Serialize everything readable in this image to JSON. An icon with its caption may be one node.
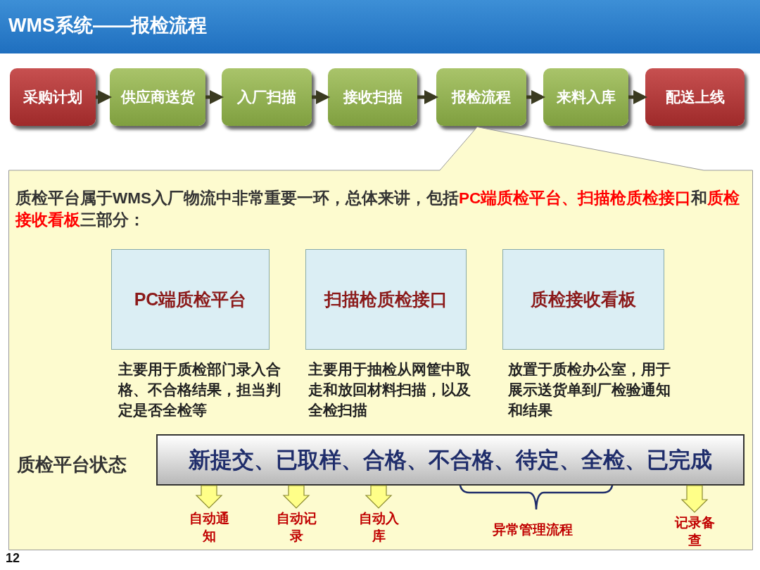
{
  "diagram": {
    "title": "WMS系统——报检流程",
    "nodes": [
      {
        "text": [
          "采购计划"
        ]
      },
      {
        "text": [
          "供应商送货"
        ]
      },
      {
        "text": [
          "入厂扫描"
        ]
      },
      {
        "text": [
          "接收扫描"
        ]
      },
      {
        "text": [
          "报检流程"
        ]
      },
      {
        "text": [
          "来料入库"
        ]
      },
      {
        "text": [
          "配送上线"
        ]
      },
      {
        "text": [
          "质检平台属于WMS入厂物流中非常重要一环，总体来讲，包括**PC端质检平台、扫描枪质检接口**和**质检接收看板**三部分："
        ]
      },
      {
        "text": [
          "PC端质检平台"
        ],
        "in": 7,
        "beside": [
          "主要用于质检部门录入合格、不合格结果，担当判定是否全检等"
        ]
      },
      {
        "text": [
          "扫描枪质检接口"
        ],
        "in": 7,
        "beside": [
          "主要用于抽检从网筐中取走和放回材料扫描，以及全检扫描"
        ]
      },
      {
        "text": [
          "质检接收看板"
        ],
        "in": 7,
        "beside": [
          "放置于质检办公室，用于展示送货单到厂检验通知和结果"
        ]
      },
      {
        "text": [
          "新提交、已取样、合格、不合格、待定、全检、已完成"
        ],
        "in": 7,
        "beside": [
          "质检平台状态"
        ]
      },
      {
        "text": [
          "自动通知"
        ],
        "in": 7
      },
      {
        "text": [
          "自动记录"
        ],
        "in": 7
      },
      {
        "text": [
          "自动入库"
        ],
        "in": 7
      },
      {
        "text": [
          "异常管理流程"
        ],
        "in": 7
      },
      {
        "text": [
          "记录备查"
        ],
        "in": 7
      }
    ],
    "edges": [
      {
        "from": 0,
        "to": 1,
        "arrow": "to"
      },
      {
        "from": 1,
        "to": 2,
        "arrow": "to"
      },
      {
        "from": 2,
        "to": 3,
        "arrow": "to"
      },
      {
        "from": 3,
        "to": 4,
        "arrow": "to"
      },
      {
        "from": 4,
        "to": 5,
        "arrow": "to"
      },
      {
        "from": 5,
        "to": 6,
        "arrow": "to"
      },
      {
        "from": 11,
        "to": 12,
        "arrow": "to"
      },
      {
        "from": 11,
        "to": 13,
        "arrow": "to"
      },
      {
        "from": 11,
        "to": 14,
        "arrow": "to"
      },
      {
        "from": 11,
        "to": 16,
        "arrow": "to"
      }
    ],
    "labels": [
      "12"
    ]
  }
}
